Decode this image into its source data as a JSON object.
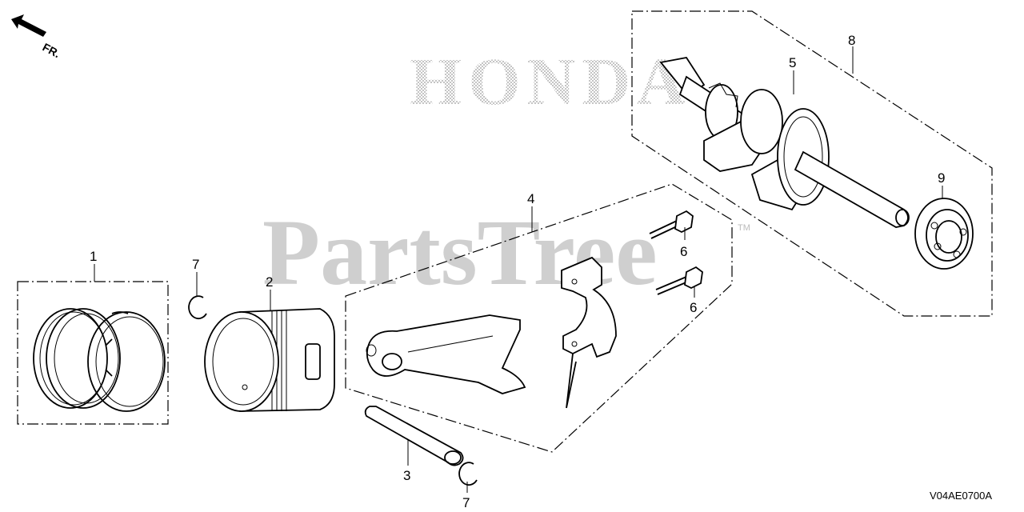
{
  "watermarks": {
    "brand": "HONDA",
    "site": "PartsTree",
    "trademark": "TM"
  },
  "direction_indicator": {
    "label": "FR."
  },
  "diagram_code": "V04AE0700A",
  "callouts": {
    "piston_rings": "1",
    "piston": "2",
    "piston_pin": "3",
    "connecting_rod_assembly": "4",
    "crankshaft": "5",
    "rod_bolt_upper": "6",
    "rod_bolt_lower": "6",
    "pin_clip_upper": "7",
    "pin_clip_lower": "7",
    "crankshaft_assembly": "8",
    "bearing": "9"
  }
}
